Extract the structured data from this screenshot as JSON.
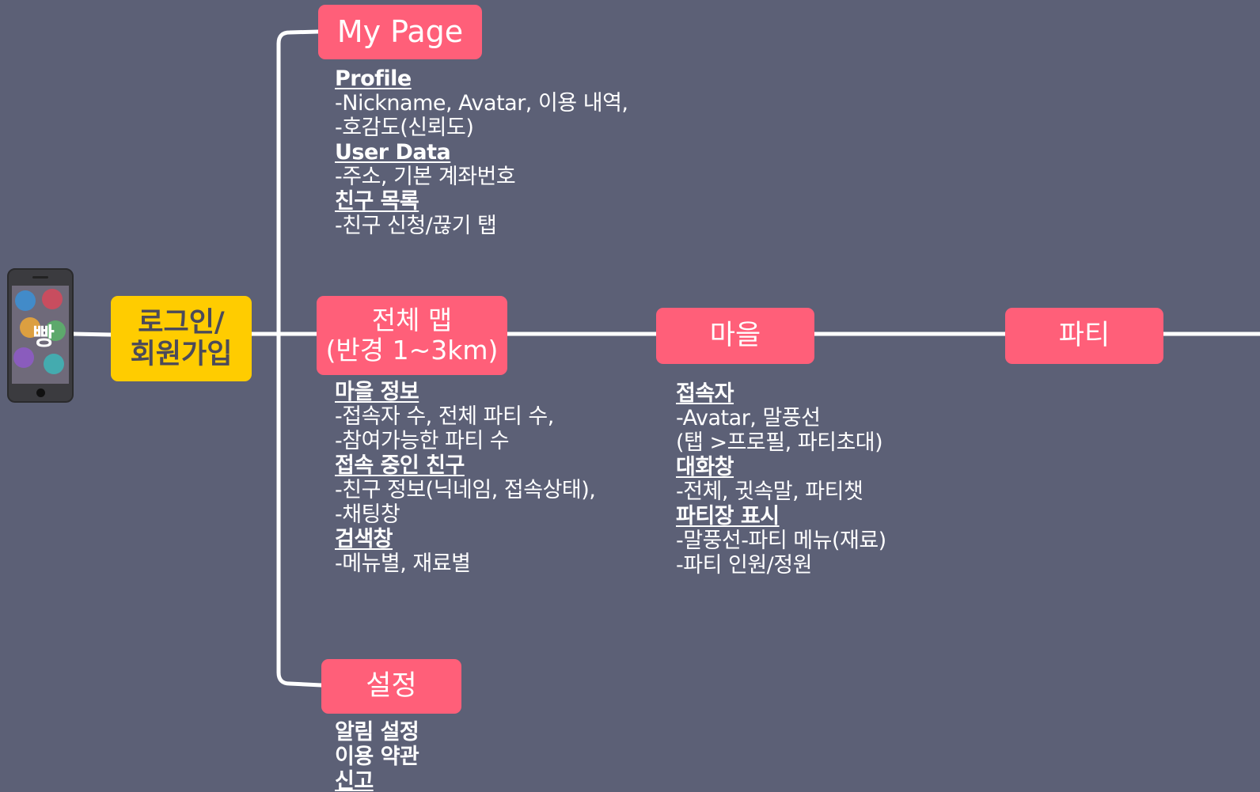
{
  "app_logo": {
    "text": "빵"
  },
  "login_node": {
    "line1": "로그인/",
    "line2": "회원가입"
  },
  "mypage": {
    "title": "My Page",
    "sections": [
      {
        "heading": "Profile",
        "lines": [
          "-Nickname, Avatar, 이용 내역,",
          "-호감도(신뢰도)"
        ]
      },
      {
        "heading": "User Data",
        "lines": [
          "-주소, 기본 계좌번호"
        ]
      },
      {
        "heading": "친구 목록",
        "lines": [
          "-친구 신청/끊기 탭"
        ]
      }
    ]
  },
  "fullmap": {
    "line1": "전체 맵",
    "line2": "(반경 1~3km)",
    "sections": [
      {
        "heading": "마을 정보",
        "lines": [
          "-접속자 수, 전체 파티 수,",
          "-참여가능한 파티 수"
        ]
      },
      {
        "heading": "접속 중인 친구",
        "lines": [
          "-친구 정보(닉네임, 접속상태),",
          "-채팅창"
        ]
      },
      {
        "heading": "검색창",
        "lines": [
          "-메뉴별, 재료별"
        ]
      }
    ]
  },
  "village": {
    "title": "마을",
    "sections": [
      {
        "heading": "접속자",
        "lines": [
          "-Avatar, 말풍선",
          "(탭 >프로필, 파티초대)"
        ]
      },
      {
        "heading": "대화창",
        "lines": [
          "-전체, 귓속말, 파티챗"
        ]
      },
      {
        "heading": "파티장 표시",
        "lines": [
          "-말풍선-파티 메뉴(재료)",
          "-파티 인원/정원"
        ]
      }
    ]
  },
  "party": {
    "title": "파티"
  },
  "settings": {
    "title": "설정",
    "items": [
      "알림 설정",
      "이용 약관",
      "신고"
    ]
  },
  "colors": {
    "background": "#5c6076",
    "node_pink": "#ff5f79",
    "node_yellow": "#ffcc00",
    "connector": "#ffffff"
  }
}
